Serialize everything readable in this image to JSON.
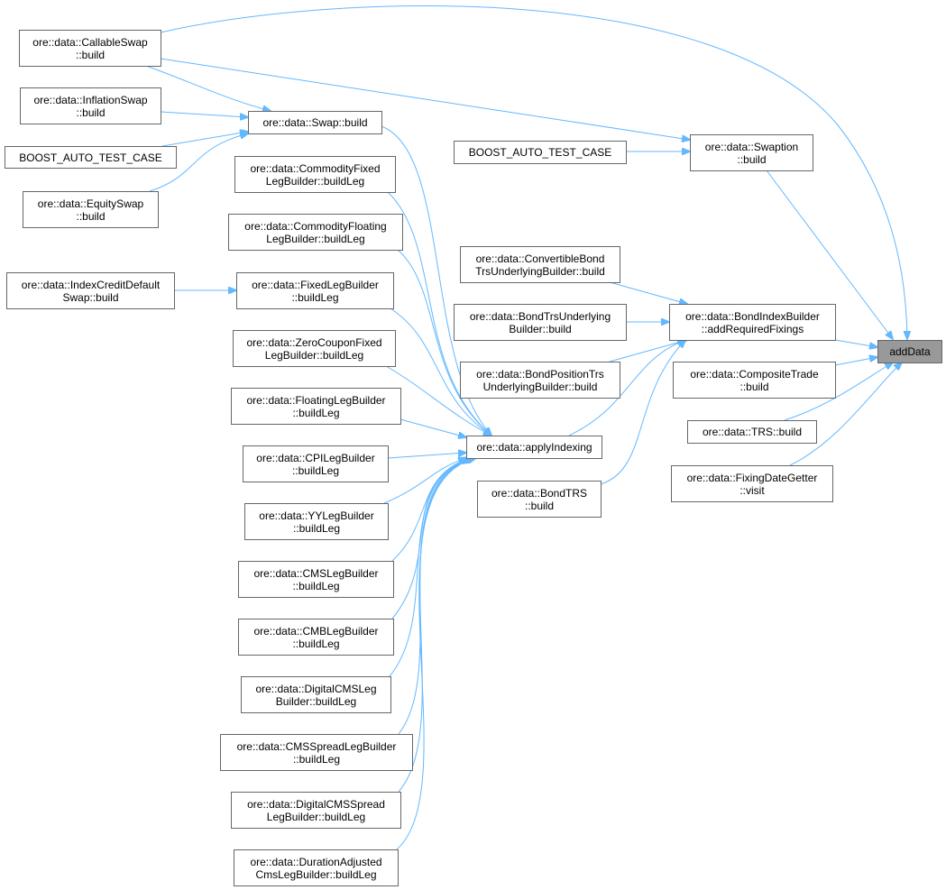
{
  "graph": {
    "target": "addData",
    "nodes": {
      "callable_swap": [
        "ore::data::CallableSwap",
        "::build"
      ],
      "inflation_swap": [
        "ore::data::InflationSwap",
        "::build"
      ],
      "boost_test_1": [
        "BOOST_AUTO_TEST_CASE"
      ],
      "equity_swap": [
        "ore::data::EquitySwap",
        "::build"
      ],
      "index_cds": [
        "ore::data::IndexCreditDefault",
        "Swap::build"
      ],
      "swap_build": [
        "ore::data::Swap::build"
      ],
      "commodity_fixed": [
        "ore::data::CommodityFixed",
        "LegBuilder::buildLeg"
      ],
      "commodity_floating": [
        "ore::data::CommodityFloating",
        "LegBuilder::buildLeg"
      ],
      "fixed_leg": [
        "ore::data::FixedLegBuilder",
        "::buildLeg"
      ],
      "zero_coupon": [
        "ore::data::ZeroCouponFixed",
        "LegBuilder::buildLeg"
      ],
      "floating_leg": [
        "ore::data::FloatingLegBuilder",
        "::buildLeg"
      ],
      "cpi_leg": [
        "ore::data::CPILegBuilder",
        "::buildLeg"
      ],
      "yy_leg": [
        "ore::data::YYLegBuilder",
        "::buildLeg"
      ],
      "cms_leg": [
        "ore::data::CMSLegBuilder",
        "::buildLeg"
      ],
      "cmb_leg": [
        "ore::data::CMBLegBuilder",
        "::buildLeg"
      ],
      "digital_cms": [
        "ore::data::DigitalCMSLeg",
        "Builder::buildLeg"
      ],
      "cms_spread": [
        "ore::data::CMSSpreadLegBuilder",
        "::buildLeg"
      ],
      "digital_cms_spread": [
        "ore::data::DigitalCMSSpread",
        "LegBuilder::buildLeg"
      ],
      "duration_adjusted": [
        "ore::data::DurationAdjusted",
        "CmsLegBuilder::buildLeg"
      ],
      "apply_indexing": [
        "ore::data::applyIndexing"
      ],
      "bond_trs": [
        "ore::data::BondTRS",
        "::build"
      ],
      "boost_test_2": [
        "BOOST_AUTO_TEST_CASE"
      ],
      "swaption": [
        "ore::data::Swaption",
        "::build"
      ],
      "convertible_bond": [
        "ore::data::ConvertibleBond",
        "TrsUnderlyingBuilder::build"
      ],
      "bond_trs_underlying": [
        "ore::data::BondTrsUnderlying",
        "Builder::build"
      ],
      "bond_position_trs": [
        "ore::data::BondPositionTrs",
        "UnderlyingBuilder::build"
      ],
      "bond_index_builder": [
        "ore::data::BondIndexBuilder",
        "::addRequiredFixings"
      ],
      "composite_trade": [
        "ore::data::CompositeTrade",
        "::build"
      ],
      "trs_build": [
        "ore::data::TRS::build"
      ],
      "fixing_date_getter": [
        "ore::data::FixingDateGetter",
        "::visit"
      ]
    },
    "edge_color": "#63b8ff",
    "highlight_color": "#999999"
  }
}
